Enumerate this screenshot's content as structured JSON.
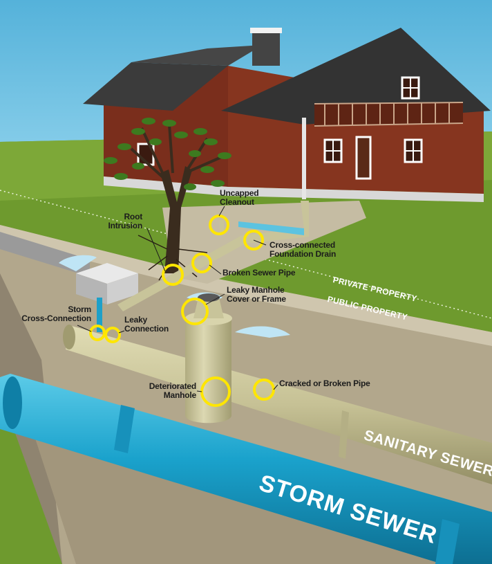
{
  "callouts": [
    {
      "id": "uncapped-cleanout",
      "text": "Uncapped\nCleanout"
    },
    {
      "id": "root-intrusion",
      "text": "Root\nIntrusion"
    },
    {
      "id": "cross-connected-foundation-drain",
      "text": "Cross-connected\nFoundation Drain"
    },
    {
      "id": "broken-sewer-pipe",
      "text": "Broken Sewer Pipe"
    },
    {
      "id": "leaky-manhole-cover",
      "text": "Leaky Manhole\nCover or Frame"
    },
    {
      "id": "storm-cross-connection",
      "text": "Storm\nCross-Connection"
    },
    {
      "id": "leaky-connection",
      "text": "Leaky\nConnection"
    },
    {
      "id": "deteriorated-manhole",
      "text": "Deteriorated\nManhole"
    },
    {
      "id": "cracked-broken-pipe",
      "text": "Cracked or Broken Pipe"
    }
  ],
  "zones": {
    "private": "PRIVATE PROPERTY",
    "public": "PUBLIC PROPERTY"
  },
  "pipes": {
    "sanitary": "SANITARY SEWER",
    "storm": "STORM SEWER"
  },
  "colors": {
    "sky": "#6fbfe0",
    "grass": "#6e9a2e",
    "house": "#7a2e1c",
    "roof": "#3b3b3b",
    "soil": "#a89c82",
    "sanitary_pipe": "#c8c49a",
    "storm_pipe": "#1ea0c8",
    "callout_ring": "#ffe600"
  }
}
